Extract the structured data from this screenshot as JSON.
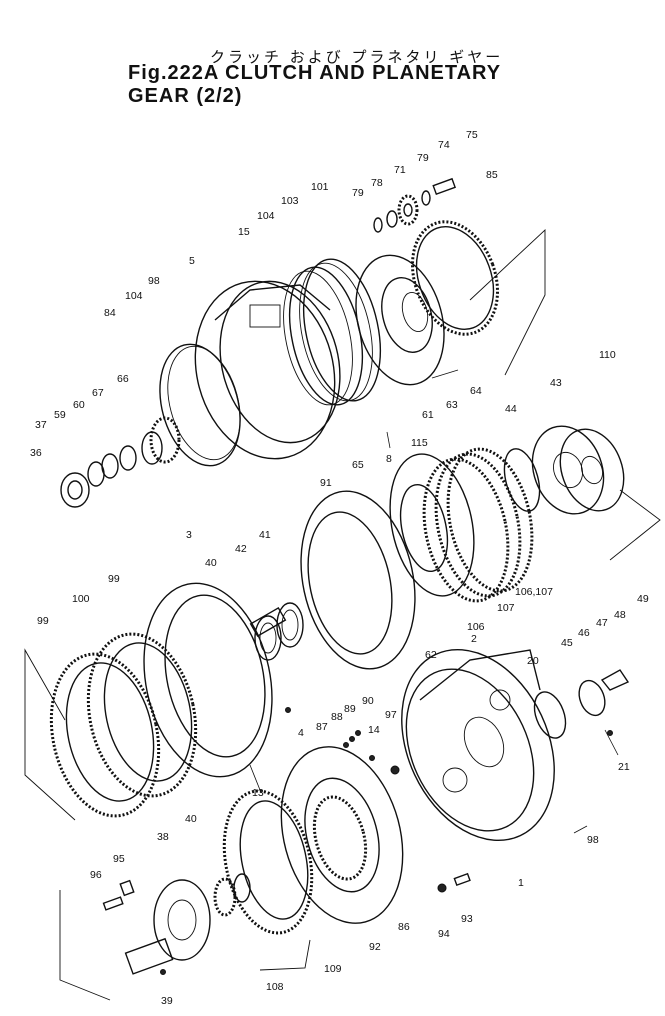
{
  "header": {
    "title_jp": "クラッチ および プラネタリ ギヤー",
    "title_main": "Fig.222A CLUTCH AND PLANETARY GEAR (2/2)"
  },
  "labels": [
    {
      "id": "l75",
      "text": "75"
    },
    {
      "id": "l74",
      "text": "74"
    },
    {
      "id": "l79a",
      "text": "79"
    },
    {
      "id": "l71",
      "text": "71"
    },
    {
      "id": "l85",
      "text": "85"
    },
    {
      "id": "l78",
      "text": "78"
    },
    {
      "id": "l79b",
      "text": "79"
    },
    {
      "id": "l101",
      "text": "101"
    },
    {
      "id": "l103",
      "text": "103"
    },
    {
      "id": "l104a",
      "text": "104"
    },
    {
      "id": "l15",
      "text": "15"
    },
    {
      "id": "l5",
      "text": "5"
    },
    {
      "id": "l98a",
      "text": "98"
    },
    {
      "id": "l104b",
      "text": "104"
    },
    {
      "id": "l84",
      "text": "84"
    },
    {
      "id": "l64",
      "text": "64"
    },
    {
      "id": "l63",
      "text": "63"
    },
    {
      "id": "l61",
      "text": "61"
    },
    {
      "id": "l67",
      "text": "67"
    },
    {
      "id": "l66",
      "text": "66"
    },
    {
      "id": "l60",
      "text": "60"
    },
    {
      "id": "l59",
      "text": "59"
    },
    {
      "id": "l37",
      "text": "37"
    },
    {
      "id": "l36",
      "text": "36"
    },
    {
      "id": "l8",
      "text": "8"
    },
    {
      "id": "l110",
      "text": "110"
    },
    {
      "id": "l43",
      "text": "43"
    },
    {
      "id": "l44",
      "text": "44"
    },
    {
      "id": "l115",
      "text": "115"
    },
    {
      "id": "l65",
      "text": "65"
    },
    {
      "id": "l91",
      "text": "91"
    },
    {
      "id": "l3",
      "text": "3"
    },
    {
      "id": "l42",
      "text": "42"
    },
    {
      "id": "l41",
      "text": "41"
    },
    {
      "id": "l40a",
      "text": "40"
    },
    {
      "id": "l99a",
      "text": "99"
    },
    {
      "id": "l100",
      "text": "100"
    },
    {
      "id": "l99b",
      "text": "99"
    },
    {
      "id": "l106107",
      "text": "106,107"
    },
    {
      "id": "l107",
      "text": "107"
    },
    {
      "id": "l106",
      "text": "106"
    },
    {
      "id": "l62",
      "text": "62"
    },
    {
      "id": "l2",
      "text": "2"
    },
    {
      "id": "l49",
      "text": "49"
    },
    {
      "id": "l48",
      "text": "48"
    },
    {
      "id": "l47",
      "text": "47"
    },
    {
      "id": "l46",
      "text": "46"
    },
    {
      "id": "l45",
      "text": "45"
    },
    {
      "id": "l20",
      "text": "20"
    },
    {
      "id": "l4",
      "text": "4"
    },
    {
      "id": "l90",
      "text": "90"
    },
    {
      "id": "l89",
      "text": "89"
    },
    {
      "id": "l88",
      "text": "88"
    },
    {
      "id": "l87",
      "text": "87"
    },
    {
      "id": "l97",
      "text": "97"
    },
    {
      "id": "l14",
      "text": "14"
    },
    {
      "id": "l21",
      "text": "21"
    },
    {
      "id": "l13",
      "text": "13"
    },
    {
      "id": "l98b",
      "text": "98"
    },
    {
      "id": "l1",
      "text": "1"
    },
    {
      "id": "l38",
      "text": "38"
    },
    {
      "id": "l40b",
      "text": "40"
    },
    {
      "id": "l95",
      "text": "95"
    },
    {
      "id": "l96",
      "text": "96"
    },
    {
      "id": "l93",
      "text": "93"
    },
    {
      "id": "l94",
      "text": "94"
    },
    {
      "id": "l86",
      "text": "86"
    },
    {
      "id": "l92",
      "text": "92"
    },
    {
      "id": "l109",
      "text": "109"
    },
    {
      "id": "l108",
      "text": "108"
    },
    {
      "id": "l39",
      "text": "39"
    }
  ]
}
